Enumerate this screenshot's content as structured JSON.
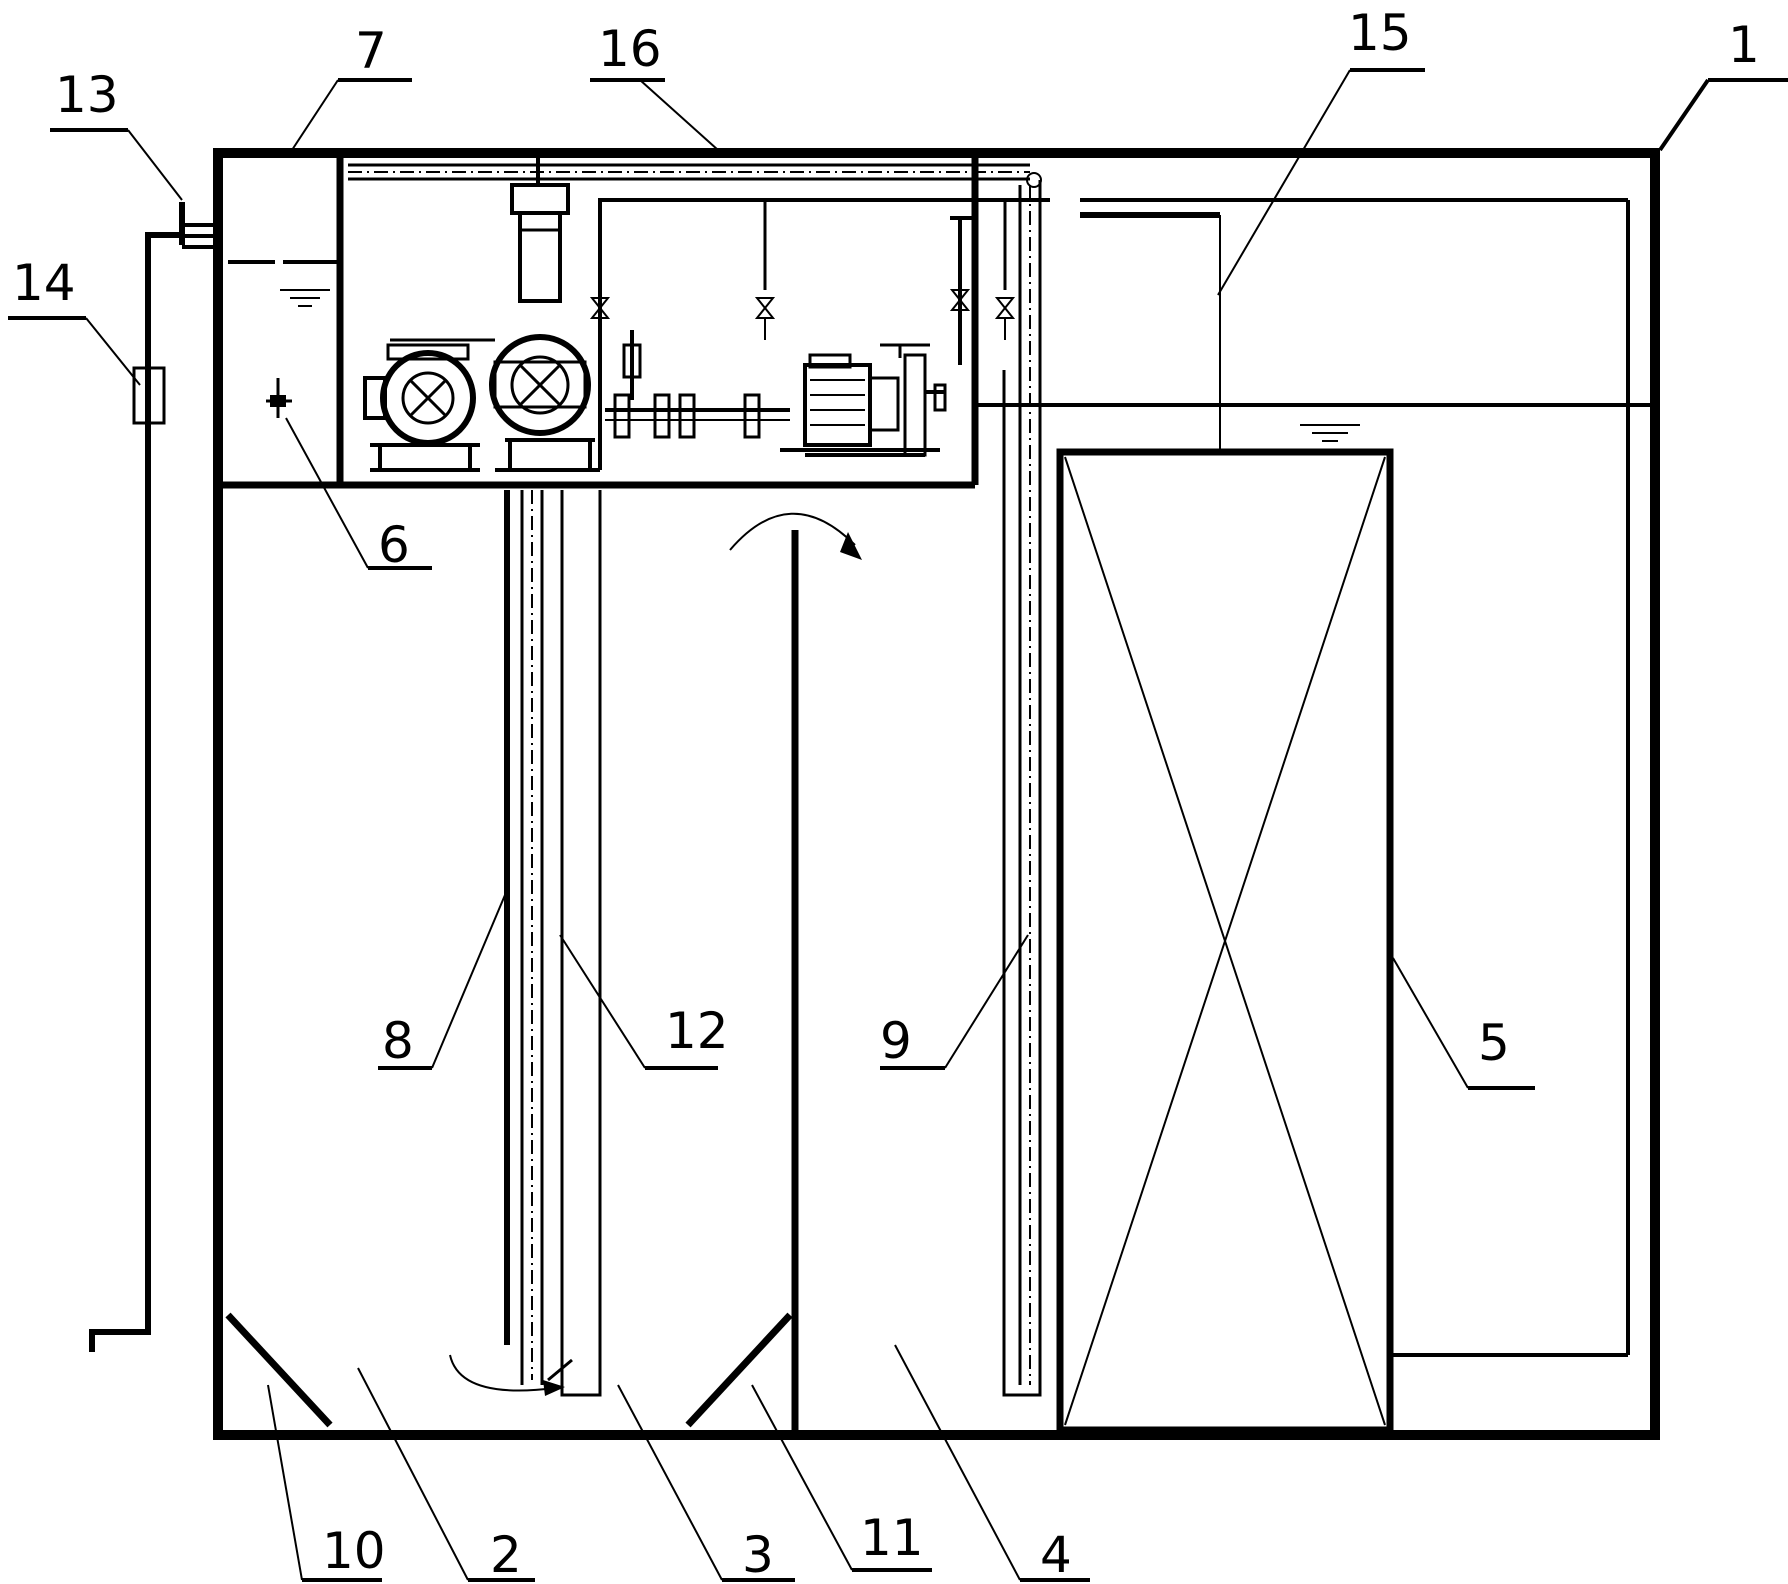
{
  "diagram": {
    "labels": {
      "l1": "1",
      "l2": "2",
      "l3": "3",
      "l4": "4",
      "l5": "5",
      "l6": "6",
      "l7": "7",
      "l8": "8",
      "l9": "9",
      "l10": "10",
      "l11": "11",
      "l12": "12",
      "l13": "13",
      "l14": "14",
      "l15": "15",
      "l16": "16"
    },
    "colors": {
      "stroke": "#000000",
      "background": "#ffffff"
    }
  }
}
